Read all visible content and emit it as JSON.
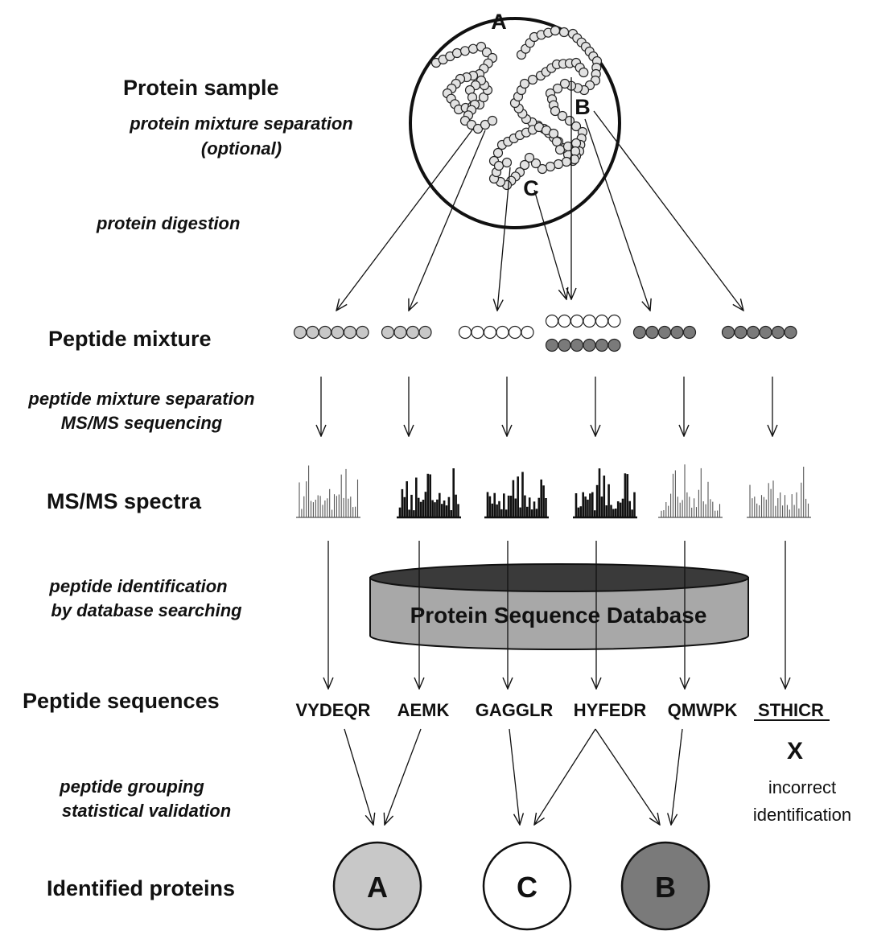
{
  "stages": {
    "protein_sample": "Protein sample",
    "peptide_mixture": "Peptide mixture",
    "msms_spectra": "MS/MS spectra",
    "peptide_sequences": "Peptide sequences",
    "identified_proteins": "Identified proteins"
  },
  "steps": {
    "separation_line1": "protein mixture separation",
    "separation_line2": "(optional)",
    "digestion": "protein  digestion",
    "peptide_sep_line1": "peptide mixture separation",
    "peptide_sep_line2": "MS/MS sequencing",
    "identification_line1": "peptide identification",
    "identification_line2": "by database searching",
    "grouping_line1": "peptide grouping",
    "grouping_line2": "statistical validation"
  },
  "sample_proteins": [
    "A",
    "B",
    "C"
  ],
  "database_label": "Protein Sequence  Database",
  "peptides": [
    "VYDEQR",
    "AEMK",
    "GAGGLR",
    "HYFEDR",
    "QMWPK",
    "STHICR"
  ],
  "incorrect_mark": "X",
  "incorrect_line1": "incorrect",
  "incorrect_line2": "identification",
  "identified": [
    {
      "label": "A",
      "fill": "#c8c8c8",
      "text_color": "#111111"
    },
    {
      "label": "C",
      "fill": "#ffffff",
      "text_color": "#111111"
    },
    {
      "label": "B",
      "fill": "#7a7a7a",
      "text_color": "#ffffff"
    }
  ],
  "colors": {
    "protein_a": "#c8c8c8",
    "protein_b": "#7a7a7a",
    "protein_c": "#ffffff",
    "database_fill": "#a8a8a8",
    "database_top": "#3a3a3a"
  }
}
